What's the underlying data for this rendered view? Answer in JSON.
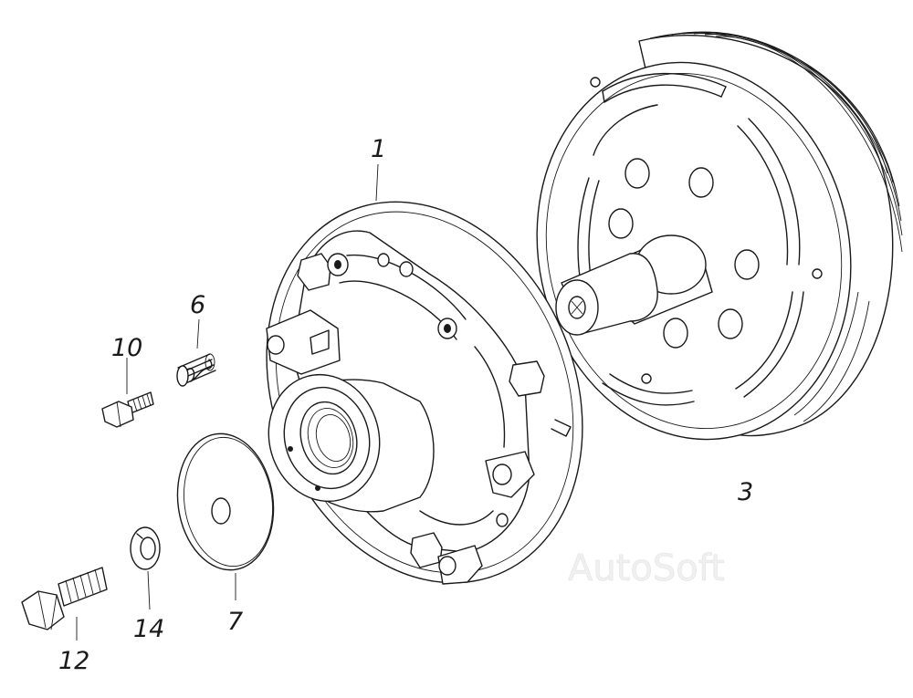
{
  "diagram": {
    "part_labels": {
      "p1": "1",
      "p3": "3",
      "p6": "6",
      "p7": "7",
      "p10": "10",
      "p12": "12",
      "p14": "14"
    },
    "watermark": "AutoSoft"
  }
}
